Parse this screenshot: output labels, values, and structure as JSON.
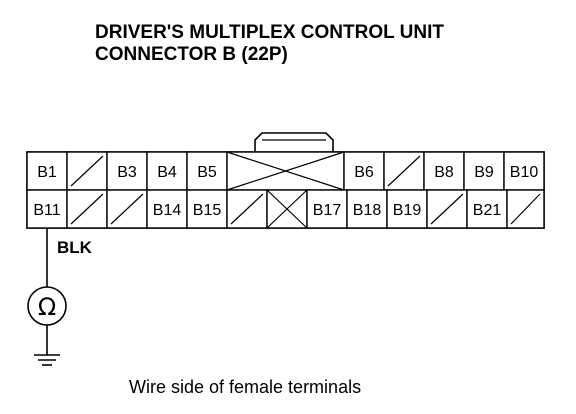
{
  "title": {
    "line1": "DRIVER'S MULTIPLEX CONTROL UNIT",
    "line2": "CONNECTOR B (22P)"
  },
  "connector": {
    "row1": [
      {
        "label": "B1",
        "empty": false
      },
      {
        "label": "",
        "empty": true
      },
      {
        "label": "B3",
        "empty": false
      },
      {
        "label": "B4",
        "empty": false
      },
      {
        "label": "B5",
        "empty": false
      },
      {
        "label": "",
        "empty": true,
        "cross": true
      },
      {
        "label": "B6",
        "empty": false
      },
      {
        "label": "",
        "empty": true
      },
      {
        "label": "B8",
        "empty": false
      },
      {
        "label": "B9",
        "empty": false
      },
      {
        "label": "B10",
        "empty": false
      }
    ],
    "row2": [
      {
        "label": "B11",
        "empty": false
      },
      {
        "label": "",
        "empty": true
      },
      {
        "label": "",
        "empty": true
      },
      {
        "label": "B14",
        "empty": false
      },
      {
        "label": "B15",
        "empty": false
      },
      {
        "label": "",
        "empty": true
      },
      {
        "label": "",
        "empty": true,
        "cross": true
      },
      {
        "label": "B17",
        "empty": false
      },
      {
        "label": "B18",
        "empty": false
      },
      {
        "label": "B19",
        "empty": false
      },
      {
        "label": "",
        "empty": true
      },
      {
        "label": "B21",
        "empty": false
      },
      {
        "label": "",
        "empty": true
      }
    ]
  },
  "wire_color": "BLK",
  "meter_symbol": "Ω",
  "caption": "Wire side of female terminals"
}
